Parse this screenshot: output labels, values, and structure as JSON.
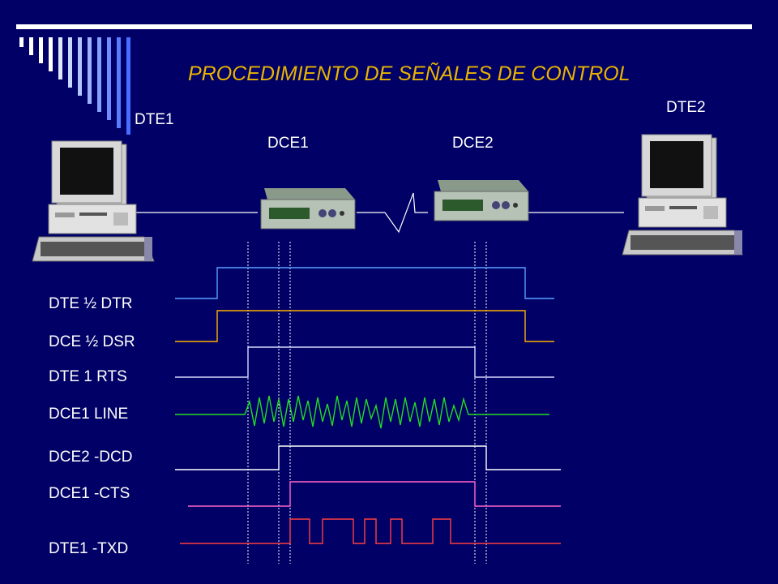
{
  "title": "PROCEDIMIENTO DE SEÑALES DE CONTROL",
  "devices": {
    "dte1": "DTE1",
    "dte2": "DTE2",
    "dce1": "DCE1",
    "dce2": "DCE2"
  },
  "signals": [
    {
      "label": "DTE ½ DTR",
      "color": "#5aa0ff"
    },
    {
      "label": "DCE ½ DSR",
      "color": "#ffb000"
    },
    {
      "label": "DTE 1 RTS",
      "color": "#d9d9ff"
    },
    {
      "label": "DCE1 LINE",
      "color": "#22dd22"
    },
    {
      "label": "DCE2 -DCD",
      "color": "#ffffff"
    },
    {
      "label": "DCE1 -CTS",
      "color": "#ff66cc"
    },
    {
      "label": "DTE1 -TXD",
      "color": "#ff4040"
    }
  ],
  "colors": {
    "background": "#000066",
    "title": "#e8b400",
    "text": "#ffffff"
  }
}
